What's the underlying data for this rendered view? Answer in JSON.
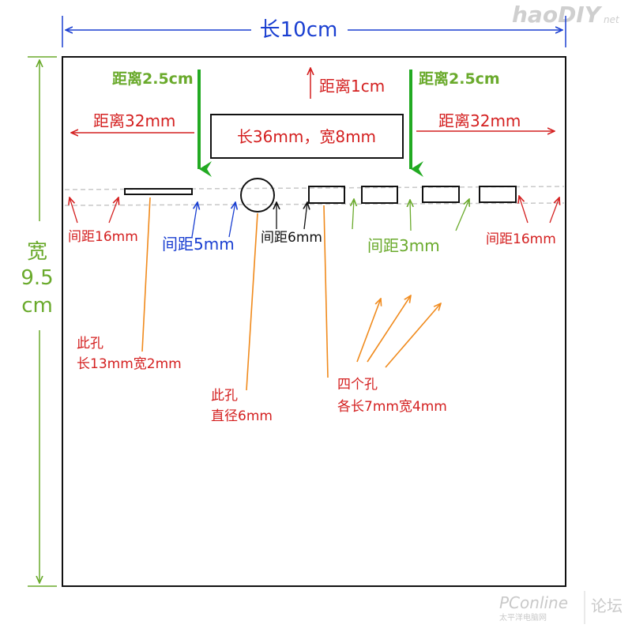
{
  "watermark_top": "haoDIY",
  "watermark_top_suffix": "net",
  "watermark_bottom": "PConline",
  "watermark_bottom_sub": "太平洋电脑网",
  "watermark_bottom_forum": "论坛",
  "dimensions": {
    "length_label": "长10cm",
    "width_label_1": "宽",
    "width_label_2": "9.5",
    "width_label_3": "cm"
  },
  "labels": {
    "dist_left_25": "距离2.5cm",
    "dist_right_25": "距离2.5cm",
    "dist_top_1cm": "距离1cm",
    "dist_left_32": "距离32mm",
    "dist_right_32": "距离32mm",
    "rect_label": "长36mm，宽8mm",
    "gap_left_16": "间距16mm",
    "gap_right_16": "间距16mm",
    "gap_5": "间距5mm",
    "gap_6": "间距6mm",
    "gap_3": "间距3mm",
    "slot_note_1": "此孔",
    "slot_note_2": "长13mm宽2mm",
    "circle_note_1": "此孔",
    "circle_note_2": "直径6mm",
    "four_note_1": "四个孔",
    "four_note_2": "各长7mm宽4mm"
  },
  "colors": {
    "blue": "#1a3fd1",
    "green": "#6aaa2c",
    "green_arrow": "#22aa22",
    "red": "#d42020",
    "orange": "#f08a1c",
    "black": "#111111",
    "dashed": "#c8c8c8",
    "watermark": "#c9c9c9"
  }
}
